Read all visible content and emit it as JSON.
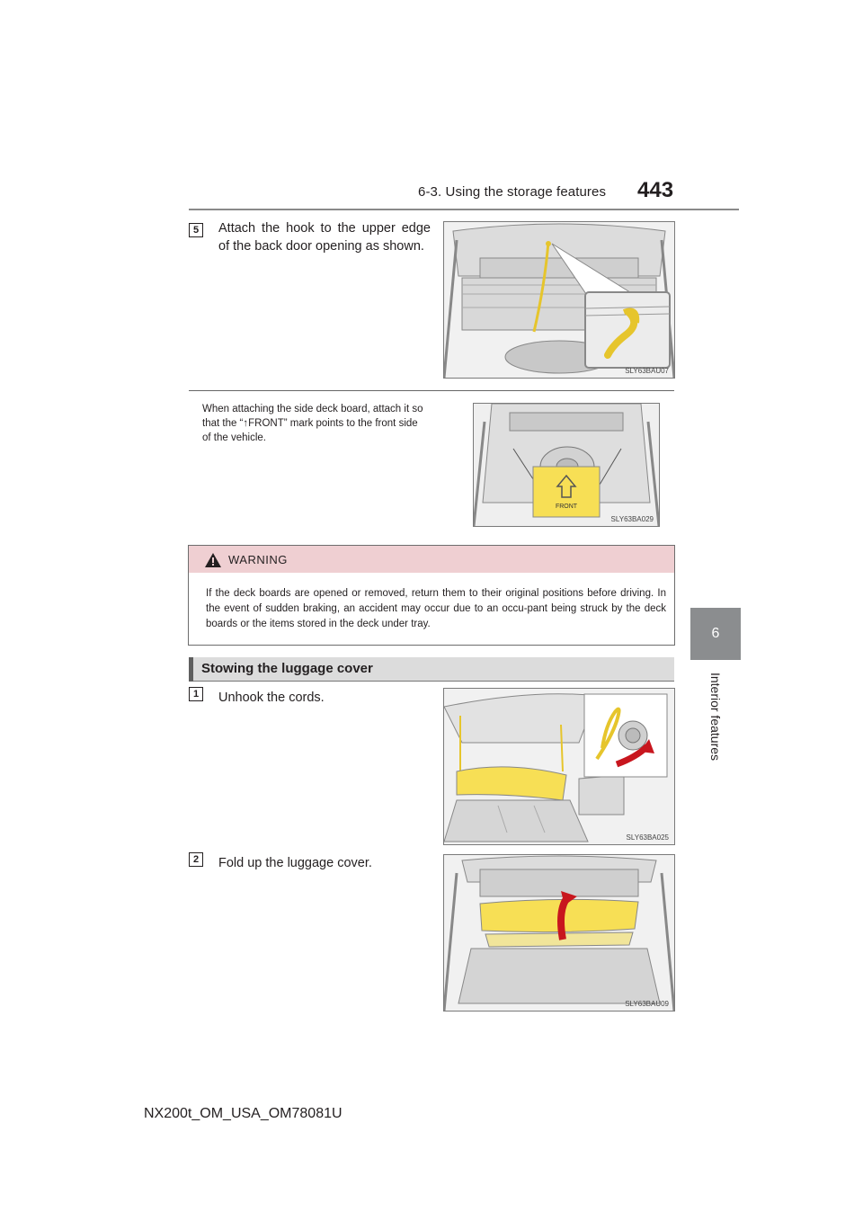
{
  "header": {
    "section": "6-3. Using the storage features",
    "page_number": "443"
  },
  "side_tab": {
    "chapter_number": "6",
    "chapter_title": "Interior features"
  },
  "step5": {
    "number": "5",
    "text_line1": "Attach the hook to the upper edge",
    "text_line2": "of the back door opening as shown.",
    "figure_code": "SLY63BAU07"
  },
  "note": {
    "line1": "When attaching the side deck board, attach it so",
    "line2": "that the “↑FRONT” mark points to the front side",
    "line3": "of the vehicle.",
    "figure_code": "SLY63BA029",
    "figure_label": "FRONT"
  },
  "warning": {
    "title": "WARNING",
    "text": "If the deck boards are opened or removed, return them to their original positions before driving. In the event of sudden braking, an accident may occur due to an occu-pant being struck by the deck boards or the items stored in the deck under tray."
  },
  "section": {
    "title": "Stowing the luggage cover"
  },
  "step1": {
    "number": "1",
    "text": "Unhook the cords.",
    "figure_code": "SLY63BA025"
  },
  "step2": {
    "number": "2",
    "text": "Fold up the luggage cover.",
    "figure_code": "SLY63BAU09"
  },
  "footer": {
    "code": "NX200t_OM_USA_OM78081U"
  },
  "colors": {
    "warning_header": "#efcfd2",
    "highlight_yellow": "#f7df55",
    "side_tab": "#8b8d8f",
    "arrow_red": "#c8161e"
  }
}
